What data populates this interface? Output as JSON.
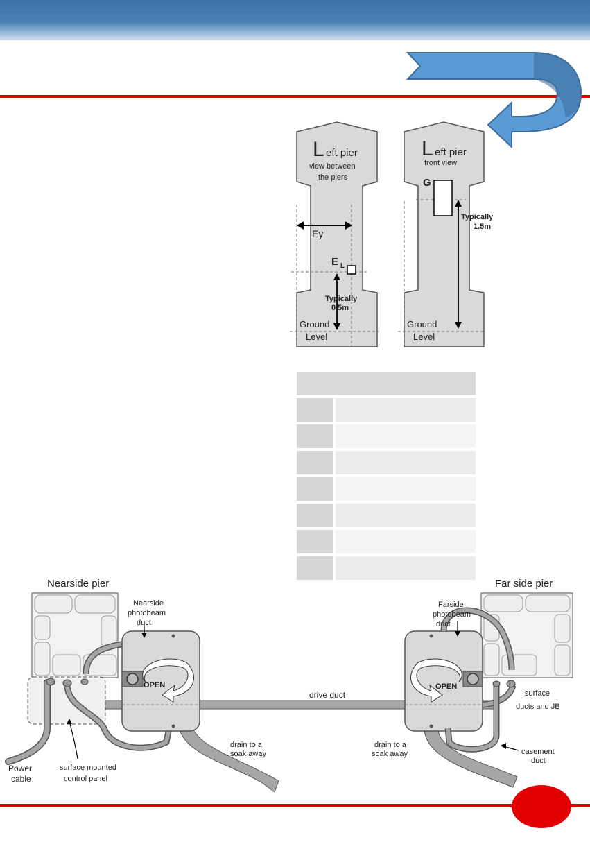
{
  "left_pier_between": {
    "title_initial": "L",
    "title_rest": "eft pier",
    "subtitle_line1": "view between",
    "subtitle_line2": "the piers",
    "ey_label": "Ey",
    "el_label": "E",
    "el_sub": "L",
    "typically_line1": "Typically",
    "typically_line2": "0.5m",
    "ground_line1": "Ground",
    "ground_line2": "Level"
  },
  "left_pier_front": {
    "title_initial": "L",
    "title_rest": "eft pier",
    "subtitle": "front view",
    "g_label": "G",
    "typically_line1": "Typically",
    "typically_line2": "1.5m",
    "ground_line1": "Ground",
    "ground_line2": "Level"
  },
  "table": {
    "rows": [
      {
        "id": "row1"
      },
      {
        "id": "row2"
      },
      {
        "id": "row3"
      },
      {
        "id": "row4"
      },
      {
        "id": "row5"
      },
      {
        "id": "row6"
      },
      {
        "id": "row7"
      }
    ]
  },
  "installation": {
    "nearside_pier": "Nearside pier",
    "far_side_pier": "Far side pier",
    "nearside_photobeam": [
      "Nearside",
      "photobeam",
      "duct"
    ],
    "farside_photobeam": [
      "Farside",
      "photobeam",
      "duct"
    ],
    "open_label": "OPEN",
    "drive_duct": "drive duct",
    "drain_left": [
      "drain to a",
      "soak away"
    ],
    "drain_right": [
      "drain to a",
      "soak away"
    ],
    "surface_ducts": [
      "surface",
      "ducts and JB"
    ],
    "casement_duct": [
      "casement",
      "duct"
    ],
    "power_cable": [
      "Power",
      "cable"
    ],
    "control_panel": [
      "surface mounted",
      "control panel"
    ]
  },
  "colors": {
    "banner": "#4a7fb3",
    "accent_red": "#d10a0a",
    "arrow_blue": "#5b9bd5",
    "pier_fill": "#d9d9d9",
    "duct_fill": "#a6a6a6"
  }
}
